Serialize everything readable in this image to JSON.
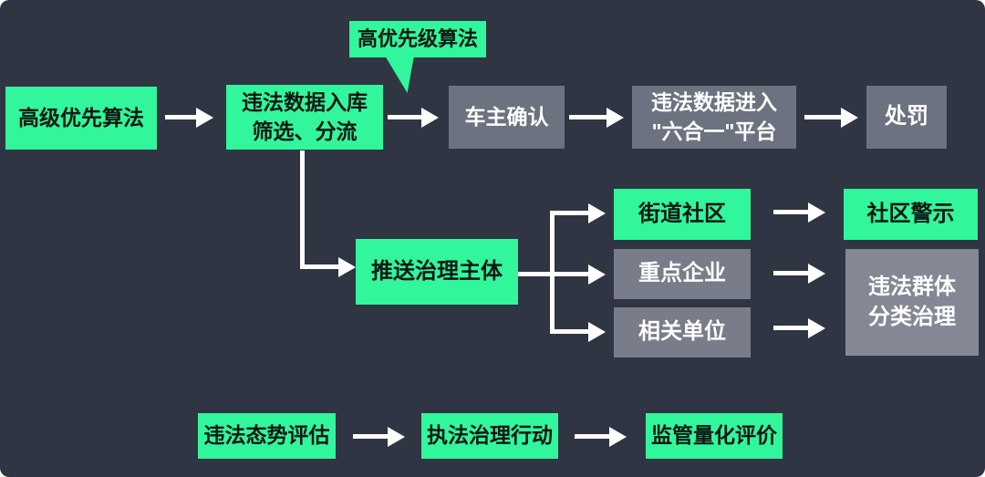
{
  "colors": {
    "background": "#2f3542",
    "accent_green": "#32f69b",
    "gray_box": "#6c7280",
    "gray_box_mid": "#787d89",
    "gray_box_light": "#848894",
    "arrow": "#ffffff",
    "text_on_green": "#0e1713",
    "text_on_gray": "#ffffff"
  },
  "callout": {
    "label": "高优先级算法"
  },
  "main_flow": {
    "advanced_algorithm": "高级优先算法",
    "data_intake": "违法数据入库\n筛选、分流",
    "owner_confirm": "车主确认",
    "platform": "违法数据进入\n\"六合一\"平台",
    "punishment": "处罚"
  },
  "push_flow": {
    "push_subject": "推送治理主体",
    "street_community": "街道社区",
    "key_enterprises": "重点企业",
    "related_units": "相关单位",
    "community_warning": "社区警示",
    "group_governance": "违法群体\n分类治理"
  },
  "evaluation_flow": {
    "situation_assessment": "违法态势评估",
    "enforcement_action": "执法治理行动",
    "quantified_evaluation": "监管量化评价"
  }
}
